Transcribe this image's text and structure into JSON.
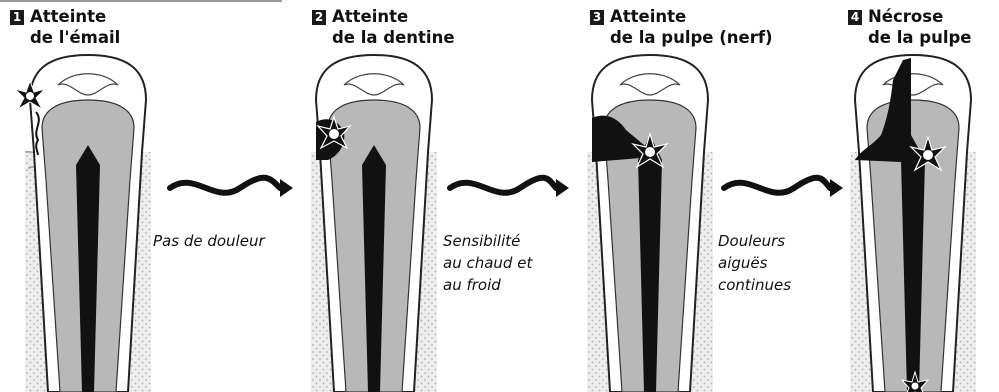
{
  "steps": [
    {
      "number": "1",
      "line1": "Atteinte",
      "line2": "de l'émail"
    },
    {
      "number": "2",
      "line1": "Atteinte",
      "line2": "de la dentine"
    },
    {
      "number": "3",
      "line1": "Atteinte",
      "line2": "de la pulpe (nerf)"
    },
    {
      "number": "4",
      "line1": "Nécrose",
      "line2": "de la pulpe"
    }
  ],
  "captions": [
    {
      "lines": [
        "Pas de douleur"
      ]
    },
    {
      "lines": [
        "Sensibilité",
        "au chaud et",
        "au froid"
      ]
    },
    {
      "lines": [
        "Douleurs",
        "aiguës",
        "continues"
      ]
    }
  ],
  "colors": {
    "enamel": "#ffffff",
    "dentin": "#b8b8b8",
    "pulp": "#111111",
    "bone": "#eeeeee",
    "outline": "#222222",
    "caries": "#111111"
  }
}
